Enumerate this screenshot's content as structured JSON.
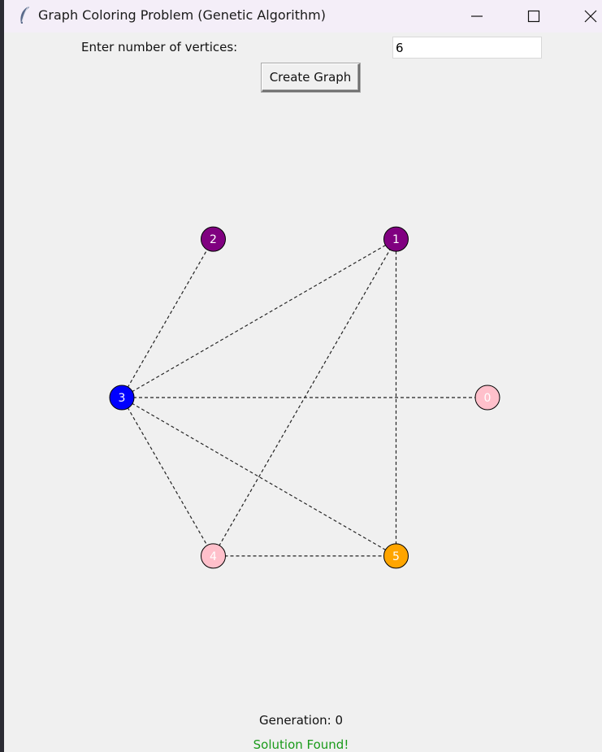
{
  "window": {
    "title": "Graph Coloring Problem (Genetic Algorithm)"
  },
  "controls": {
    "vertices_label": "Enter number of vertices:",
    "vertices_value": "6",
    "create_button_label": "Create Graph"
  },
  "graph": {
    "vertices": [
      {
        "label": "0",
        "color": "#ffc0cb"
      },
      {
        "label": "1",
        "color": "#800080"
      },
      {
        "label": "2",
        "color": "#800080"
      },
      {
        "label": "3",
        "color": "#0000ff"
      },
      {
        "label": "4",
        "color": "#ffc0cb"
      },
      {
        "label": "5",
        "color": "#ffa500"
      }
    ],
    "edges": [
      [
        3,
        0
      ],
      [
        3,
        4
      ],
      [
        3,
        5
      ],
      [
        3,
        2
      ],
      [
        3,
        1
      ],
      [
        4,
        5
      ],
      [
        4,
        1
      ],
      [
        5,
        1
      ]
    ]
  },
  "status": {
    "generation_text": "Generation: 0",
    "result_text": "Solution Found!",
    "result_color": "#1a9a1a"
  }
}
